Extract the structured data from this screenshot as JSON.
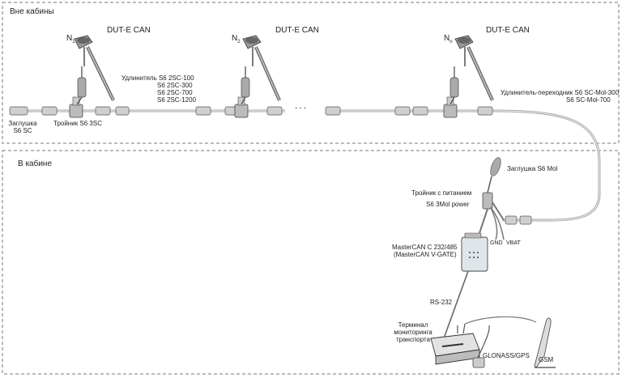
{
  "zones": {
    "outside": "Вне кабины",
    "inside": "В кабине"
  },
  "sensors": [
    {
      "model": "DUT-E CAN",
      "index_prefix": "N",
      "index_sub": "1"
    },
    {
      "model": "DUT-E CAN",
      "index_prefix": "N",
      "index_sub": "2"
    },
    {
      "model": "DUT-E CAN",
      "index_prefix": "N",
      "index_sub": "n"
    }
  ],
  "extender": {
    "title": "Удлинитель S6 2SC-100",
    "variants": [
      "S6 2SC-300",
      "S6 2SC-700",
      "S6 2SC-1200"
    ]
  },
  "terminator": {
    "line1": "Заглушка",
    "line2": "S6 SC"
  },
  "tee": "Тройник S6 3SC",
  "ellipsis": "...",
  "adapter": {
    "line1": "Удлинитель-переходник S6 SC-Mol-300",
    "line2": "S6 SC-Mol-700"
  },
  "plug_mol": "Заглушка S6 Mol",
  "power_tee": {
    "line1": "Тройник с питанием",
    "line2": "S6 3Mol power"
  },
  "power_pins": {
    "gnd": "GND",
    "vbat": "VBAT"
  },
  "mastercan": {
    "line1": "MasterCAN C 232/485",
    "line2": "(MasterCAN V-GATE)"
  },
  "rs232": "RS-232",
  "terminal": {
    "line1": "Терминал",
    "line2": "мониторинга",
    "line3": "транспорта"
  },
  "glonass": "GLONASS/GPS",
  "gsm": "GSM"
}
